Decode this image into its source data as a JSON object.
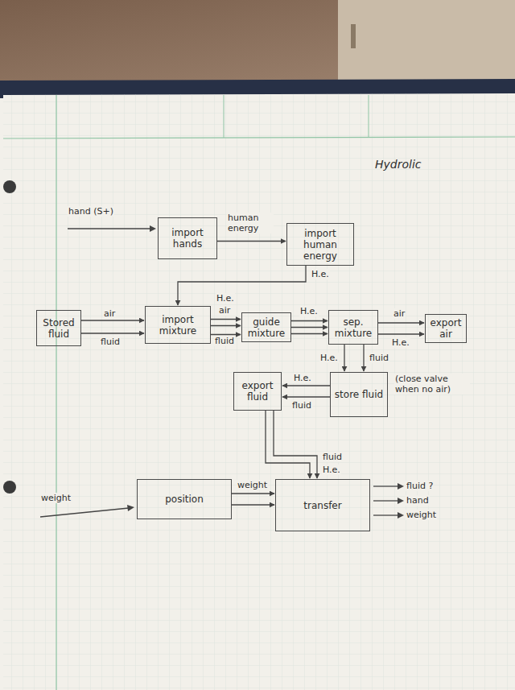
{
  "diagram": {
    "title": "Hydrolic",
    "nodes": [
      {
        "text": [
          "import hands"
        ]
      },
      {
        "text": [
          "import human energy"
        ]
      },
      {
        "text": [
          "Stored fluid"
        ]
      },
      {
        "text": [
          "import mixture"
        ]
      },
      {
        "text": [
          "guide mixture"
        ]
      },
      {
        "text": [
          "sep. mixture"
        ]
      },
      {
        "text": [
          "export air"
        ]
      },
      {
        "text": [
          "export fluid"
        ]
      },
      {
        "text": [
          "store fluid"
        ]
      },
      {
        "text": [
          "position"
        ]
      },
      {
        "text": [
          "transfer"
        ]
      }
    ],
    "edges": [
      {
        "from": 0,
        "to": 1,
        "label": "human energy",
        "arrow": "to"
      },
      {
        "from": 1,
        "to": 3,
        "label": "H.e.",
        "arrow": "to"
      },
      {
        "from": 2,
        "to": 3,
        "label": "air",
        "arrow": "to"
      },
      {
        "from": 2,
        "to": 3,
        "label": "fluid",
        "arrow": "to"
      },
      {
        "from": 3,
        "to": 4,
        "label": "H.e.",
        "arrow": "to"
      },
      {
        "from": 3,
        "to": 4,
        "label": "air",
        "arrow": "to"
      },
      {
        "from": 3,
        "to": 4,
        "label": "fluid",
        "arrow": "to"
      },
      {
        "from": 4,
        "to": 5,
        "label": "H.e.",
        "arrow": "to"
      },
      {
        "from": 4,
        "to": 5,
        "arrow": "to"
      },
      {
        "from": 4,
        "to": 5,
        "arrow": "to"
      },
      {
        "from": 5,
        "to": 6,
        "label": "air",
        "arrow": "to"
      },
      {
        "from": 5,
        "to": 6,
        "label": "H.e.",
        "arrow": "to"
      },
      {
        "from": 5,
        "to": 8,
        "label": "H.e.",
        "arrow": "to"
      },
      {
        "from": 5,
        "to": 8,
        "label": "fluid",
        "arrow": "to"
      },
      {
        "from": 8,
        "to": 7,
        "label": "H.e.",
        "arrow": "to"
      },
      {
        "from": 8,
        "to": 7,
        "label": "fluid",
        "arrow": "to"
      },
      {
        "from": 7,
        "to": 10,
        "label": "fluid",
        "arrow": "to"
      },
      {
        "from": 7,
        "to": 10,
        "label": "H.e.",
        "arrow": "to"
      },
      {
        "from": 9,
        "to": 10,
        "label": "weight",
        "arrow": "to"
      },
      {
        "from": 9,
        "to": 10,
        "arrow": "to"
      }
    ],
    "labels": [
      "hand (S+)",
      "(close valve when no air)",
      "weight",
      "fluid ?",
      "hand",
      "weight"
    ]
  }
}
